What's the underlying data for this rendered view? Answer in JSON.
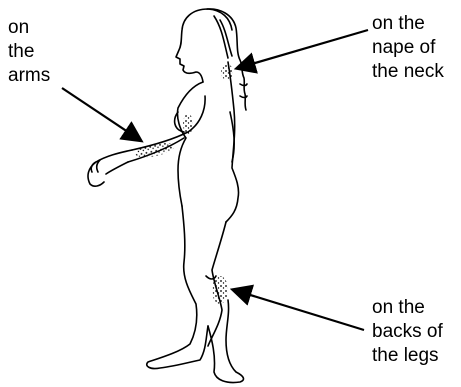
{
  "labels": {
    "arms": "on\nthe\narms",
    "neck": "on the\nnape of\nthe neck",
    "legs": "on the\nbacks of\nthe legs"
  },
  "colors": {
    "ink": "#000000",
    "background": "#ffffff"
  }
}
